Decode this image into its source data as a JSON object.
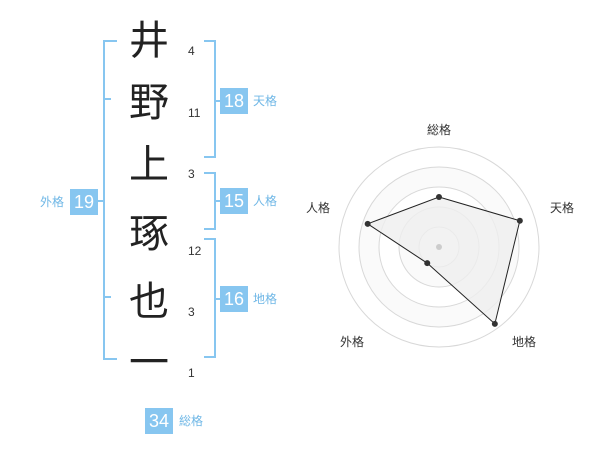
{
  "name": {
    "characters": [
      {
        "char": "井",
        "strokes": "4"
      },
      {
        "char": "野",
        "strokes": "11"
      },
      {
        "char": "上",
        "strokes": "3"
      },
      {
        "char": "琢",
        "strokes": "12"
      },
      {
        "char": "也",
        "strokes": "3"
      },
      {
        "char": "一",
        "strokes": "1"
      }
    ]
  },
  "fortune": {
    "tenkaku": {
      "value": "18",
      "label": "天格"
    },
    "jinkaku": {
      "value": "15",
      "label": "人格"
    },
    "chikaku": {
      "value": "16",
      "label": "地格"
    },
    "gaikaku": {
      "value": "19",
      "label": "外格"
    },
    "soukaku": {
      "value": "34",
      "label": "総格"
    }
  },
  "radar": {
    "axes": [
      "総格",
      "天格",
      "地格",
      "外格",
      "人格"
    ],
    "levels": [
      0.5,
      0.85,
      0.95,
      0.2,
      0.75
    ],
    "colors": {
      "fill": "#efefef",
      "stroke": "#222222",
      "ring": "#d8d8d8",
      "point": "#333333",
      "center": "#cccccc"
    }
  }
}
